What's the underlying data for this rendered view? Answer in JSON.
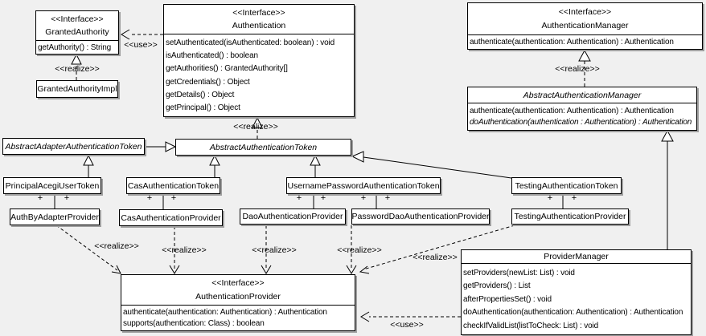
{
  "diagram": {
    "labels": {
      "realize": "<<realize>>",
      "use": "<<use>>",
      "plus": "+"
    },
    "colors": {
      "background": "#f0f0f0",
      "box_fill": "#ffffff",
      "stroke": "#000000",
      "shadow": "#9f9f9f"
    },
    "classes": {
      "granted_authority": {
        "stereotype": "<<Interface>>",
        "name": "GrantedAuthority",
        "methods": [
          "getAuthority() : String"
        ]
      },
      "granted_authority_impl": {
        "name": "GrantedAuthorityImpl"
      },
      "authentication": {
        "stereotype": "<<Interface>>",
        "name": "Authentication",
        "methods": [
          "setAuthenticated(isAuthenticated: boolean) : void",
          "isAuthenticated() : boolean",
          "getAuthorities() : GrantedAuthority[]",
          "getCredentials() : Object",
          "getDetails() : Object",
          "getPrincipal() : Object"
        ]
      },
      "authentication_manager": {
        "stereotype": "<<Interface>>",
        "name": "AuthenticationManager",
        "methods": [
          "authenticate(authentication: Authentication) : Authentication"
        ]
      },
      "abstract_authentication_manager": {
        "name": "AbstractAuthenticationManager",
        "methods": [
          "authenticate(authentication: Authentication) : Authentication",
          "doAuthentication(authentication : Authentication) : Authentication"
        ]
      },
      "abstract_adapter_authentication_token": {
        "name": "AbstractAdapterAuthenticationToken"
      },
      "abstract_authentication_token": {
        "name": "AbstractAuthenticationToken"
      },
      "principal_acegi_user_token": {
        "name": "PrincipalAcegiUserToken"
      },
      "cas_authentication_token": {
        "name": "CasAuthenticationToken"
      },
      "username_password_authentication_token": {
        "name": "UsernamePasswordAuthenticationToken"
      },
      "testing_authentication_token": {
        "name": "TestingAuthenticationToken"
      },
      "auth_by_adapter_provider": {
        "name": "AuthByAdapterProvider"
      },
      "cas_authentication_provider": {
        "name": "CasAuthenticationProvider"
      },
      "dao_authentication_provider": {
        "name": "DaoAuthenticationProvider"
      },
      "password_dao_authentication_provider": {
        "name": "PasswordDaoAuthenticationProvider"
      },
      "testing_authentication_provider": {
        "name": "TestingAuthenticationProvider"
      },
      "authentication_provider": {
        "stereotype": "<<Interface>>",
        "name": "AuthenticationProvider",
        "methods": [
          "authenticate(authentication: Authentication) : Authentication",
          "supports(authentication: Class) : boolean"
        ]
      },
      "provider_manager": {
        "name": "ProviderManager",
        "methods": [
          "setProviders(newList: List) : void",
          "getProviders() : List",
          "afterPropertiesSet() : void",
          "doAuthentication(authentication: Authentication) : Authentication",
          "checkIfValidList(listToCheck: List) : void"
        ]
      }
    },
    "relationships": [
      {
        "from": "Authentication",
        "to": "GrantedAuthority",
        "type": "use"
      },
      {
        "from": "GrantedAuthorityImpl",
        "to": "GrantedAuthority",
        "type": "realize"
      },
      {
        "from": "AbstractAuthenticationToken",
        "to": "Authentication",
        "type": "realize"
      },
      {
        "from": "AbstractAuthenticationManager",
        "to": "AuthenticationManager",
        "type": "realize"
      },
      {
        "from": "AbstractAdapterAuthenticationToken",
        "to": "AbstractAuthenticationToken",
        "type": "extends"
      },
      {
        "from": "PrincipalAcegiUserToken",
        "to": "AbstractAdapterAuthenticationToken",
        "type": "extends"
      },
      {
        "from": "CasAuthenticationToken",
        "to": "AbstractAuthenticationToken",
        "type": "extends"
      },
      {
        "from": "UsernamePasswordAuthenticationToken",
        "to": "AbstractAuthenticationToken",
        "type": "extends"
      },
      {
        "from": "TestingAuthenticationToken",
        "to": "AbstractAuthenticationToken",
        "type": "extends"
      },
      {
        "from": "ProviderManager",
        "to": "AbstractAuthenticationManager",
        "type": "extends"
      },
      {
        "from": "PrincipalAcegiUserToken",
        "to": "AuthByAdapterProvider",
        "type": "association"
      },
      {
        "from": "CasAuthenticationToken",
        "to": "CasAuthenticationProvider",
        "type": "association"
      },
      {
        "from": "UsernamePasswordAuthenticationToken",
        "to": "DaoAuthenticationProvider",
        "type": "association"
      },
      {
        "from": "UsernamePasswordAuthenticationToken",
        "to": "PasswordDaoAuthenticationProvider",
        "type": "association"
      },
      {
        "from": "TestingAuthenticationToken",
        "to": "TestingAuthenticationProvider",
        "type": "association"
      },
      {
        "from": "AuthByAdapterProvider",
        "to": "AuthenticationProvider",
        "type": "realize"
      },
      {
        "from": "CasAuthenticationProvider",
        "to": "AuthenticationProvider",
        "type": "realize"
      },
      {
        "from": "DaoAuthenticationProvider",
        "to": "AuthenticationProvider",
        "type": "realize"
      },
      {
        "from": "PasswordDaoAuthenticationProvider",
        "to": "AuthenticationProvider",
        "type": "realize"
      },
      {
        "from": "TestingAuthenticationProvider",
        "to": "AuthenticationProvider",
        "type": "realize"
      },
      {
        "from": "ProviderManager",
        "to": "AuthenticationProvider",
        "type": "use"
      }
    ]
  }
}
